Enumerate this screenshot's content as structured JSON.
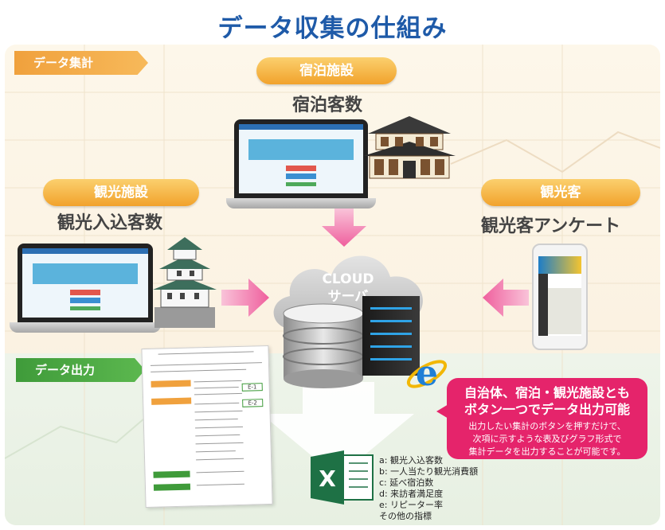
{
  "title": "データ収集の仕組み",
  "tags": {
    "collect": "データ集計",
    "output": "データ出力"
  },
  "sources": [
    {
      "label": "宿泊施設",
      "metric": "宿泊客数"
    },
    {
      "label": "観光施設",
      "metric": "観光入込客数"
    },
    {
      "label": "観光客",
      "metric": "観光客アンケート"
    }
  ],
  "cloud": {
    "line1": "CLOUD",
    "line2": "サーバ"
  },
  "callout": {
    "heading_line1": "自治体、宿泊・観光施設とも",
    "heading_line2": "ボタン一つでデータ出力可能",
    "body_line1": "出力したい集計のボタンを押すだけで、",
    "body_line2": "次項に示すような表及びグラフ形式で",
    "body_line3": "集計データを出力することが可能です。"
  },
  "doc_boxes": [
    "E-1",
    "E-2"
  ],
  "metrics": [
    "a: 観光入込客数",
    "b: 一人当たり観光消費額",
    "c: 延べ宿泊数",
    "d: 来訪者満足度",
    "e: リピーター率",
    "その他の指標"
  ],
  "colors": {
    "title": "#1e5aa8",
    "orange": "#f1a22c",
    "green": "#3f9b3a",
    "pink": "#e5246b",
    "arrow": "#f06fa6"
  }
}
